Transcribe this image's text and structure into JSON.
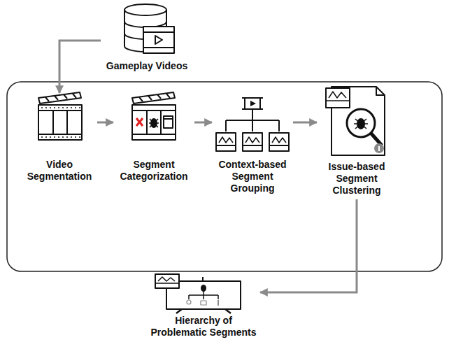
{
  "diagram": {
    "nodes": [
      {
        "text": [
          "Gameplay Videos"
        ]
      },
      {
        "text": [
          "Video Segmentation"
        ]
      },
      {
        "text": [
          "Segment Categorization"
        ]
      },
      {
        "text": [
          "Context-based Segment Grouping"
        ]
      },
      {
        "text": [
          "Issue-based Segment Clustering"
        ]
      },
      {
        "text": [
          "Hierarchy of Problematic Segments"
        ]
      }
    ],
    "edges": [
      {
        "from": 0,
        "to": 1,
        "arrow": "to"
      },
      {
        "from": 1,
        "to": 2,
        "arrow": "to"
      },
      {
        "from": 2,
        "to": 3,
        "arrow": "to"
      },
      {
        "from": 3,
        "to": 4,
        "arrow": "to"
      },
      {
        "from": 4,
        "to": 5,
        "arrow": "to"
      }
    ]
  }
}
